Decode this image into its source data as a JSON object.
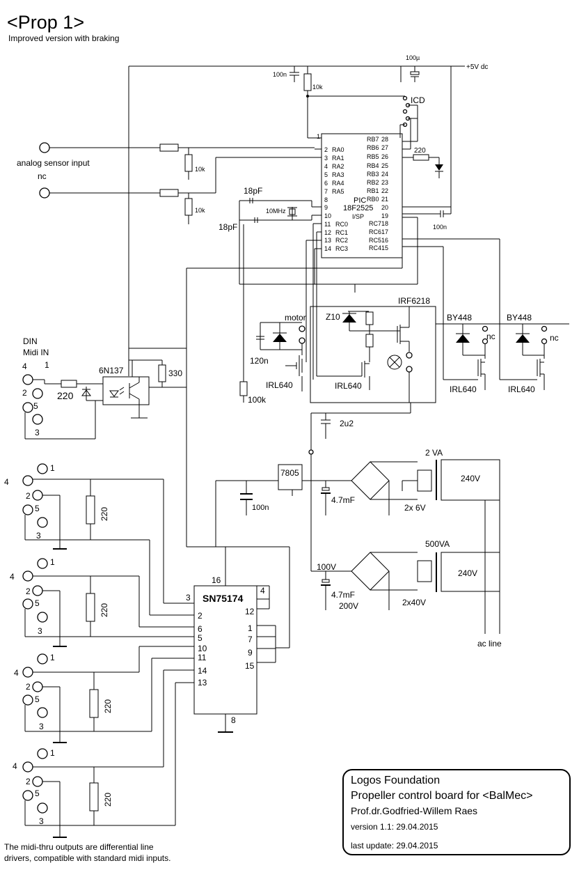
{
  "header": {
    "title": "<Prop 1>",
    "subtitle": "Improved version with braking"
  },
  "labels": {
    "supply": "+5V dc",
    "cap_100u": "100µ",
    "cap_100n_top": "100n",
    "res_10k_top": "10k",
    "icd": "ICD",
    "analog_input": "analog sensor input",
    "nc": "nc",
    "res_10k": "10k",
    "pin1": "1",
    "pin2": "2",
    "pin3": "3",
    "pin4": "4",
    "pin5": "5",
    "pin6": "6",
    "pin7": "7",
    "pin8": "8",
    "pin9": "9",
    "pin10": "10",
    "pin11": "11",
    "pin12": "12",
    "pin13": "13",
    "pin14": "14",
    "pin15": "15",
    "pin16": "16",
    "pin17": "17",
    "pin18": "18",
    "pin19": "19",
    "pin20": "20",
    "pin21": "21",
    "pin22": "22",
    "pin23": "23",
    "pin24": "24",
    "pin25": "25",
    "pin26": "26",
    "pin27": "27",
    "pin28": "28",
    "ra0": "RA0",
    "ra1": "RA1",
    "ra2": "RA2",
    "ra3": "RA3",
    "ra4": "RA4",
    "ra5": "RA5",
    "rb7": "RB7",
    "rb6": "RB6",
    "rb5": "RB5",
    "rb4": "RB4",
    "rb3": "RB3",
    "rb2": "RB2",
    "rb1": "RB1",
    "rb0": "RB0",
    "rc0": "RC0",
    "rc1": "RC1",
    "rc2": "RC2",
    "rc3": "RC3",
    "rc4": "RC4",
    "rc5": "RC5",
    "rc6": "RC6",
    "rc7": "RC7",
    "pic": "PIC",
    "pic_part": "18F2525",
    "isp": "I/SP",
    "pf18": "18pF",
    "crystal": "10MHz",
    "cap_100n_mid": "100n",
    "r220": "220",
    "motor": "motor",
    "z10": "Z10",
    "irf6218": "IRF6218",
    "by448": "BY448",
    "irl640": "IRL640",
    "c120n": "120n",
    "r100k": "100k",
    "din": "DIN",
    "midi_in": "Midi IN",
    "opto": "6N137",
    "r330": "330",
    "r220_in": "220",
    "c2u2": "2u2",
    "reg": "7805",
    "c100n_bot": "100n",
    "c47mf": "4.7mF",
    "va2": "2 VA",
    "v240": "240V",
    "v2x6": "2x 6V",
    "va500": "500VA",
    "v100": "100V",
    "v200": "200V",
    "v2x40": "2x40V",
    "ac_line": "ac line",
    "driver": "SN75174",
    "footnote_1": "The midi-thru outputs are differential line",
    "footnote_2": "drivers, compatible with standard midi inputs."
  },
  "title_block": {
    "org": "Logos Foundation",
    "project": "Propeller control board for <BalMec>",
    "author": "Prof.dr.Godfried-Willem Raes",
    "version": "version 1.1: 29.04.2015",
    "last_update": "last update:  29.04.2015"
  }
}
